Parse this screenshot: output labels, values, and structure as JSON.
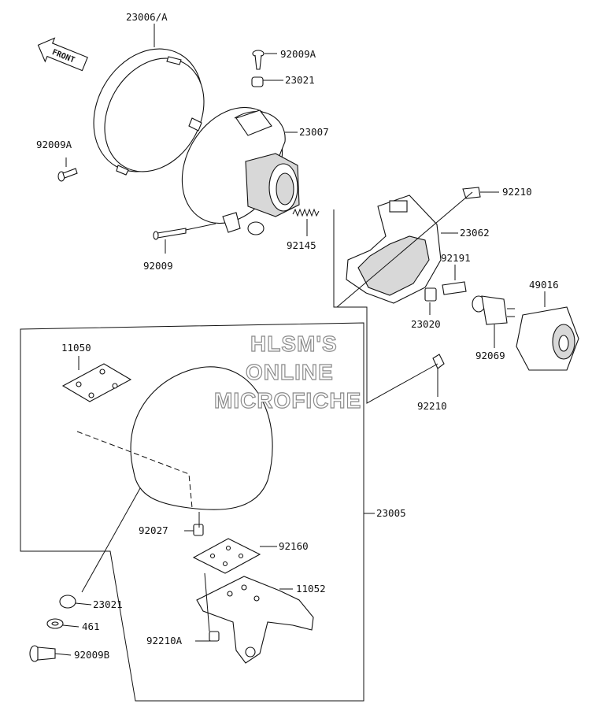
{
  "front_indicator": "FRONT",
  "watermark": [
    "HLSM'S",
    "ONLINE",
    "MICROFICHE"
  ],
  "labels": [
    {
      "id": "rim",
      "text": "23006/A"
    },
    {
      "id": "screw-top",
      "text": "92009A"
    },
    {
      "id": "grommet-top",
      "text": "23021"
    },
    {
      "id": "housing",
      "text": "23007"
    },
    {
      "id": "screw-left",
      "text": "92009A"
    },
    {
      "id": "nut-right-top",
      "text": "92210"
    },
    {
      "id": "bolt-92009",
      "text": "92009"
    },
    {
      "id": "spring",
      "text": "92145"
    },
    {
      "id": "reflector",
      "text": "23062"
    },
    {
      "id": "pin",
      "text": "92191"
    },
    {
      "id": "socket-cover",
      "text": "49016"
    },
    {
      "id": "clip",
      "text": "23020"
    },
    {
      "id": "bulb",
      "text": "92069"
    },
    {
      "id": "nut-right-mid",
      "text": "92210"
    },
    {
      "id": "plate-top",
      "text": "11050"
    },
    {
      "id": "assembly",
      "text": "23005"
    },
    {
      "id": "collar",
      "text": "92027"
    },
    {
      "id": "plate-mid",
      "text": "92160"
    },
    {
      "id": "bracket",
      "text": "11052"
    },
    {
      "id": "grommet-bottom",
      "text": "23021"
    },
    {
      "id": "washer",
      "text": "461"
    },
    {
      "id": "nut-bottom",
      "text": "92210A"
    },
    {
      "id": "bolt-bottom",
      "text": "92009B"
    }
  ]
}
